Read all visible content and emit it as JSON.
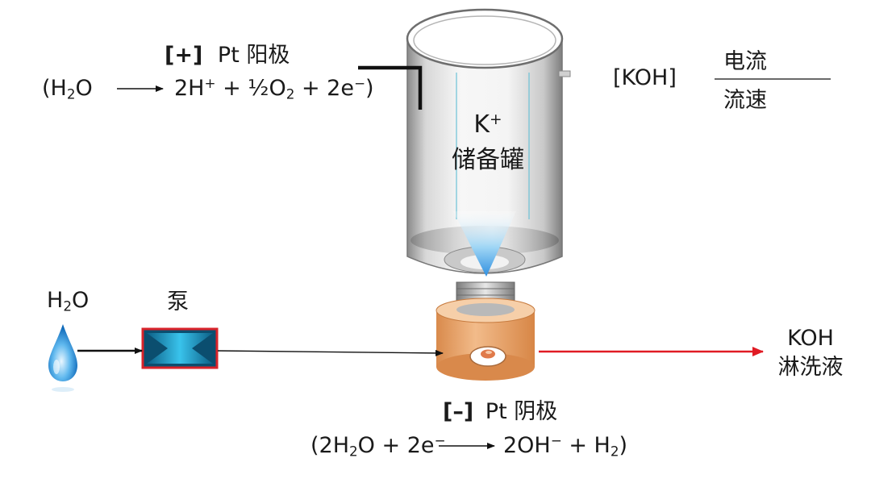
{
  "anode": {
    "tag": "[+]",
    "label": "Pt 阳极",
    "eq_open": "(H",
    "eq_sub1": "2",
    "eq_mid": "O",
    "eq_right_a": "2H",
    "eq_sup1": "+",
    "eq_right_b": " + ½O",
    "eq_sub2": "2",
    "eq_right_c": " + 2e",
    "eq_sup2": "−",
    "eq_close": ")"
  },
  "tank": {
    "ion": "K",
    "ion_sup": "+",
    "label": "储备罐"
  },
  "ratio": {
    "koh": "[KOH]",
    "numerator": "电流",
    "denominator": "流速"
  },
  "water_source": {
    "label_a": "H",
    "label_sub": "2",
    "label_b": "O"
  },
  "pump": {
    "label": "泵"
  },
  "outlet": {
    "line1": "KOH",
    "line2": "淋洗液"
  },
  "cathode": {
    "tag": "[–]",
    "label": "Pt 阴极",
    "eq_a": "(2H",
    "eq_sub1": "2",
    "eq_b": "O + 2e",
    "eq_sup1": "−",
    "eq_right_a": "2OH",
    "eq_sup2": "−",
    "eq_right_b": " + H",
    "eq_sub2": "2",
    "eq_close": ")"
  },
  "colors": {
    "outlet_arrow": "#e01b24",
    "pump_border": "#d8232a",
    "pump_fill": "#1f9fc8",
    "cell_body": "#e9a56f",
    "text": "#1a1a1a"
  }
}
